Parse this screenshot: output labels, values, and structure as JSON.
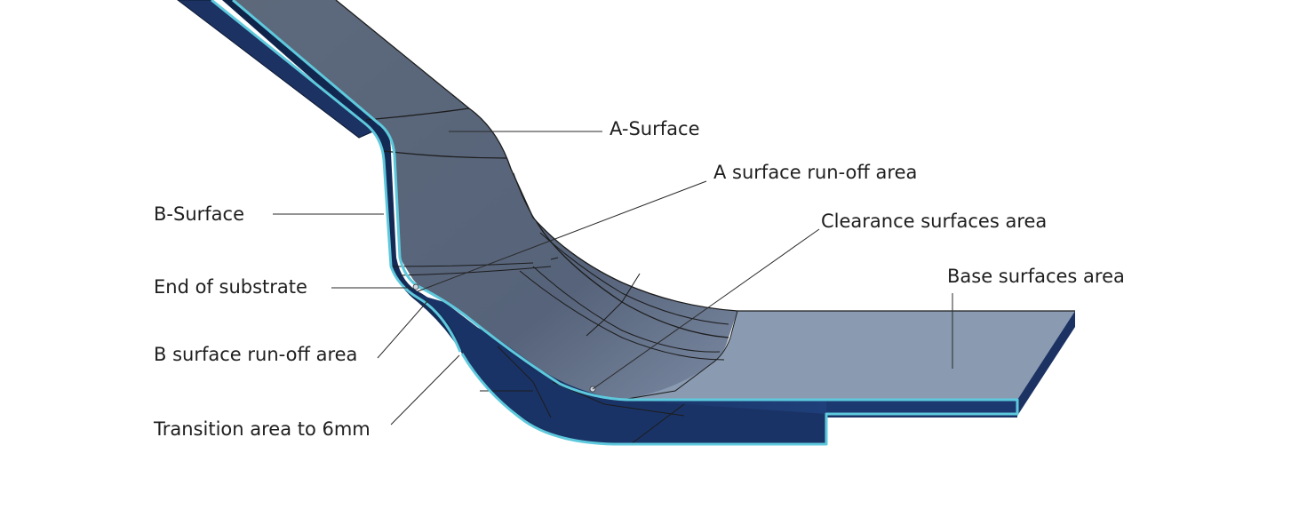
{
  "labels": {
    "a_surface": "A-Surface",
    "a_runoff": "A surface run-off area",
    "b_surface": "B-Surface",
    "clearance": "Clearance surfaces area",
    "base": "Base surfaces area",
    "end_substrate": "End of substrate",
    "b_runoff": "B surface run-off area",
    "transition": "Transition area to 6mm"
  },
  "colors": {
    "a_surface_fill": "#5a6678",
    "base_fill": "#8a9bb1",
    "b_side_dark": "#142a55",
    "b_side_mid": "#1f3d75",
    "outline_cyan": "#5ec9dd"
  }
}
